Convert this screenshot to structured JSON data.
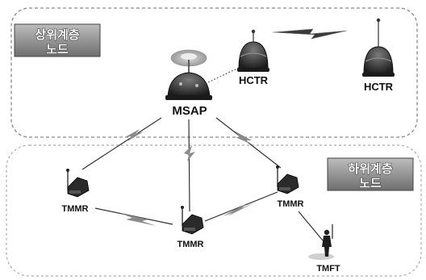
{
  "diagram": {
    "upper_tier": {
      "tag_line1": "상위계층",
      "tag_line2": "노드"
    },
    "lower_tier": {
      "tag_line1": "하위계층",
      "tag_line2": "노드"
    },
    "nodes": {
      "msap": "MSAP",
      "hctr_1": "HCTR",
      "hctr_2": "HCTR",
      "tmmr_left": "TMMR",
      "tmmr_bottom": "TMMR",
      "tmmr_right": "TMMR",
      "tmft": "TMFT"
    }
  }
}
